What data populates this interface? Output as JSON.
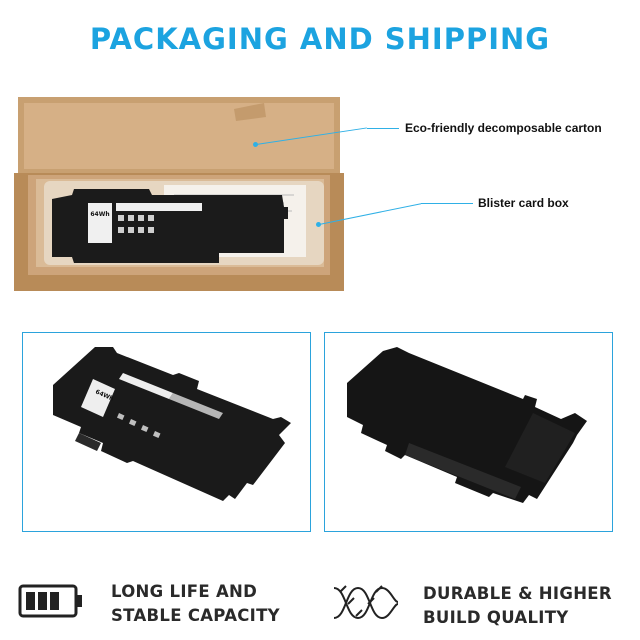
{
  "headline": "PACKAGING AND SHIPPING",
  "callouts": {
    "carton": "Eco-friendly decomposable carton",
    "blister": "Blister card box"
  },
  "battery_label": {
    "capacity": "64Wh"
  },
  "features": [
    {
      "line1": "LONG LIFE AND",
      "line2": "STABLE CAPACITY",
      "icon": "battery-icon"
    },
    {
      "line1": "DURABLE & HIGHER",
      "line2": "BUILD QUALITY",
      "icon": "twisted-wire-icon"
    }
  ],
  "colors": {
    "accent": "#1ca3e0",
    "panel_border": "#2ba3dc",
    "carton": "#c49a6c",
    "battery": "#1b1b1b"
  }
}
